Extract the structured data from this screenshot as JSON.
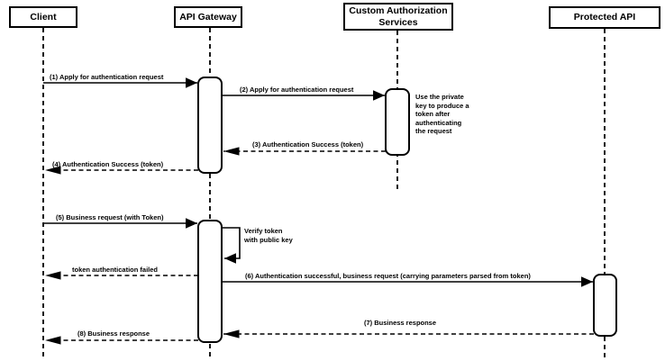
{
  "diagram_type": "uml-sequence-diagram",
  "colors": {
    "line": "#000000",
    "fill": "#ffffff",
    "background": "#ffffff"
  },
  "participants": [
    {
      "id": "client",
      "name": "Client"
    },
    {
      "id": "api-gateway",
      "name": "API Gateway"
    },
    {
      "id": "custom-authorization-services",
      "name": "Custom Authorization\nServices"
    },
    {
      "id": "protected-api",
      "name": "Protected API"
    }
  ],
  "messages": [
    {
      "label": "(1) Apply for authentication request",
      "from": "Client",
      "to": "API Gateway",
      "style": "solid"
    },
    {
      "label": "(2) Apply for authentication request",
      "from": "API Gateway",
      "to": "Custom Authorization Services",
      "style": "solid"
    },
    {
      "label": "(3) Authentication Success (token)",
      "from": "Custom Authorization Services",
      "to": "API Gateway",
      "style": "dashed"
    },
    {
      "label": "(4) Authentication Success (token)",
      "from": "API Gateway",
      "to": "Client",
      "style": "dashed"
    },
    {
      "label": "(5) Business request (with Token)",
      "from": "Client",
      "to": "API Gateway",
      "style": "solid"
    },
    {
      "label": "Verify token\nwith public key",
      "from": "API Gateway",
      "to": "API Gateway",
      "style": "self"
    },
    {
      "label": "token authentication failed",
      "from": "API Gateway",
      "to": "Client",
      "style": "dashed"
    },
    {
      "label": "(6) Authentication successful, business request (carrying parameters parsed from token)",
      "from": "API Gateway",
      "to": "Protected API",
      "style": "solid"
    },
    {
      "label": "(7) Business response",
      "from": "Protected API",
      "to": "API Gateway",
      "style": "dashed"
    },
    {
      "label": "(8) Business response",
      "from": "API Gateway",
      "to": "Client",
      "style": "dashed"
    }
  ],
  "note": {
    "text": "Use the private\nkey to produce a\ntoken after\nauthenticating\nthe request"
  }
}
